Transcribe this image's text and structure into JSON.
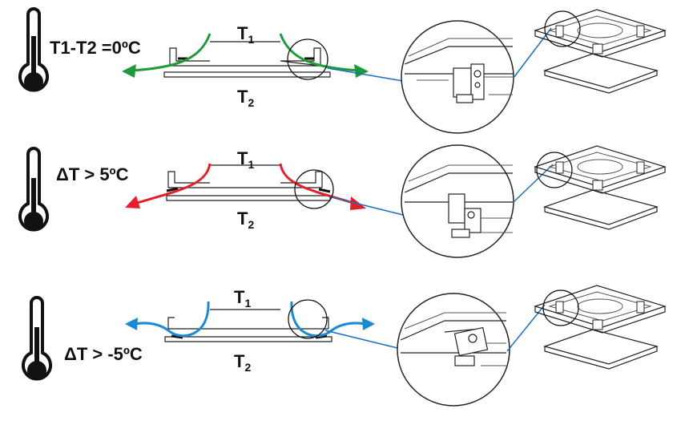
{
  "rows": [
    {
      "condition": "T1-T2 =0ºC",
      "t1": "T",
      "t1_sub": "1",
      "t2": "T",
      "t2_sub": "2",
      "flow_color": "#1f9a3a"
    },
    {
      "condition": "ΔT > 5ºC",
      "t1": "T",
      "t1_sub": "1",
      "t2": "T",
      "t2_sub": "2",
      "flow_color": "#e3202a"
    },
    {
      "condition": "ΔT > -5ºC",
      "t1": "T",
      "t1_sub": "1",
      "t2": "T",
      "t2_sub": "2",
      "flow_color": "#1a8ad4"
    }
  ],
  "colors": {
    "line": "#222222",
    "leader": "#1a6fc0"
  },
  "icons": [
    "thermometer-icon",
    "airflow-arrow-icon",
    "louver-detail-icon",
    "cassette-panel-icon"
  ]
}
